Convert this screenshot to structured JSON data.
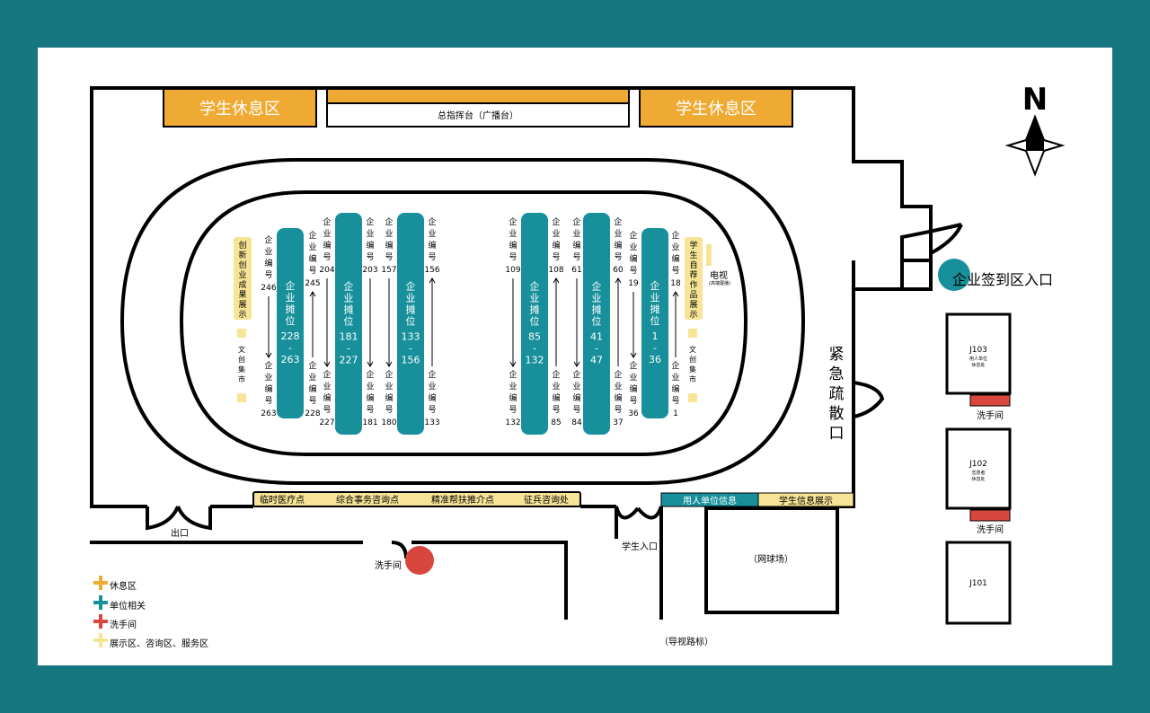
{
  "colors": {
    "frame": "#167680",
    "paper": "#ffffff",
    "rest": "#eeaa33",
    "teal": "#17909b",
    "red": "#d8473d",
    "yellow": "#f7e496",
    "line": "#000000"
  },
  "compass": {
    "label": "N"
  },
  "rest_areas": [
    "学生休息区",
    "学生休息区"
  ],
  "command_desk": "总指挥台（广播台）",
  "booths": [
    {
      "label": [
        "企",
        "业",
        "摊",
        "位"
      ],
      "range": [
        "228",
        "-",
        "263"
      ],
      "top_num": "246",
      "bottom_num": "263"
    },
    {
      "label": [
        "企",
        "业",
        "摊",
        "位"
      ],
      "range": [
        "181",
        "-",
        "227"
      ],
      "top_num": "204",
      "top_num_right": "245",
      "bottom_num": "227",
      "bottom_num_right": "228"
    },
    {
      "label": [
        "企",
        "业",
        "摊",
        "位"
      ],
      "range": [
        "133",
        "-",
        "156"
      ],
      "top_num": "157",
      "top_num_left": "203",
      "bottom_num": "180",
      "bottom_num_left": "181"
    },
    {
      "label": [
        "企",
        "业",
        "摊",
        "位"
      ],
      "range": [
        "85",
        "-",
        "132"
      ],
      "top_num": "109",
      "top_num_right": "108",
      "bottom_num": "132",
      "bottom_num_right": "85"
    },
    {
      "label": [
        "企",
        "业",
        "摊",
        "位"
      ],
      "range": [
        "41",
        "-",
        "47"
      ],
      "top_num": "61",
      "top_num_right": "60",
      "bottom_num": "84",
      "bottom_num_right": "37"
    },
    {
      "label": [
        "企",
        "业",
        "摊",
        "位"
      ],
      "range": [
        "1",
        "-",
        "36"
      ],
      "top_num": "19",
      "top_num_right": "18",
      "bottom_num": "36",
      "bottom_num_right": "1"
    }
  ],
  "company_no_chars": [
    "企",
    "业",
    "编",
    "号"
  ],
  "extra_numbers": {
    "top_156": "156",
    "bottom_133": "133"
  },
  "innovation_display": [
    "创",
    "新",
    "创",
    "业",
    "成",
    "果",
    "展",
    "示"
  ],
  "cultural_market": [
    "文",
    "创",
    "集",
    "市"
  ],
  "student_works": [
    "学",
    "生",
    "自",
    "荐",
    "作",
    "品",
    "展",
    "示"
  ],
  "tv": {
    "label": "电视",
    "sub": "(高端展播)"
  },
  "service_bar": [
    "临时医疗点",
    "综合事务咨询点",
    "精准帮扶推介点",
    "征兵咨询处"
  ],
  "info_bar": {
    "employer": "用人单位信息",
    "student": "学生信息展示"
  },
  "emergency_exit": [
    "紧",
    "急",
    "疏",
    "散",
    "口"
  ],
  "signin": "企业签到区入口",
  "buildings": [
    {
      "code": "J103",
      "line1": "用人单位",
      "line2": "休息处"
    },
    {
      "code": "J102",
      "line1": "志愿者",
      "line2": "休息处"
    },
    {
      "code": "J101"
    }
  ],
  "washroom": "洗手间",
  "exit": "出口",
  "student_entrance": "学生入口",
  "tennis_court": "（网球场）",
  "guide_sign": "（导视路标）",
  "legend": [
    {
      "color": "#eeaa33",
      "label": "休息区"
    },
    {
      "color": "#17909b",
      "label": "单位相关"
    },
    {
      "color": "#d8473d",
      "label": "洗手间"
    },
    {
      "color": "#f7e496",
      "label": "展示区、咨询区、服务区"
    }
  ]
}
